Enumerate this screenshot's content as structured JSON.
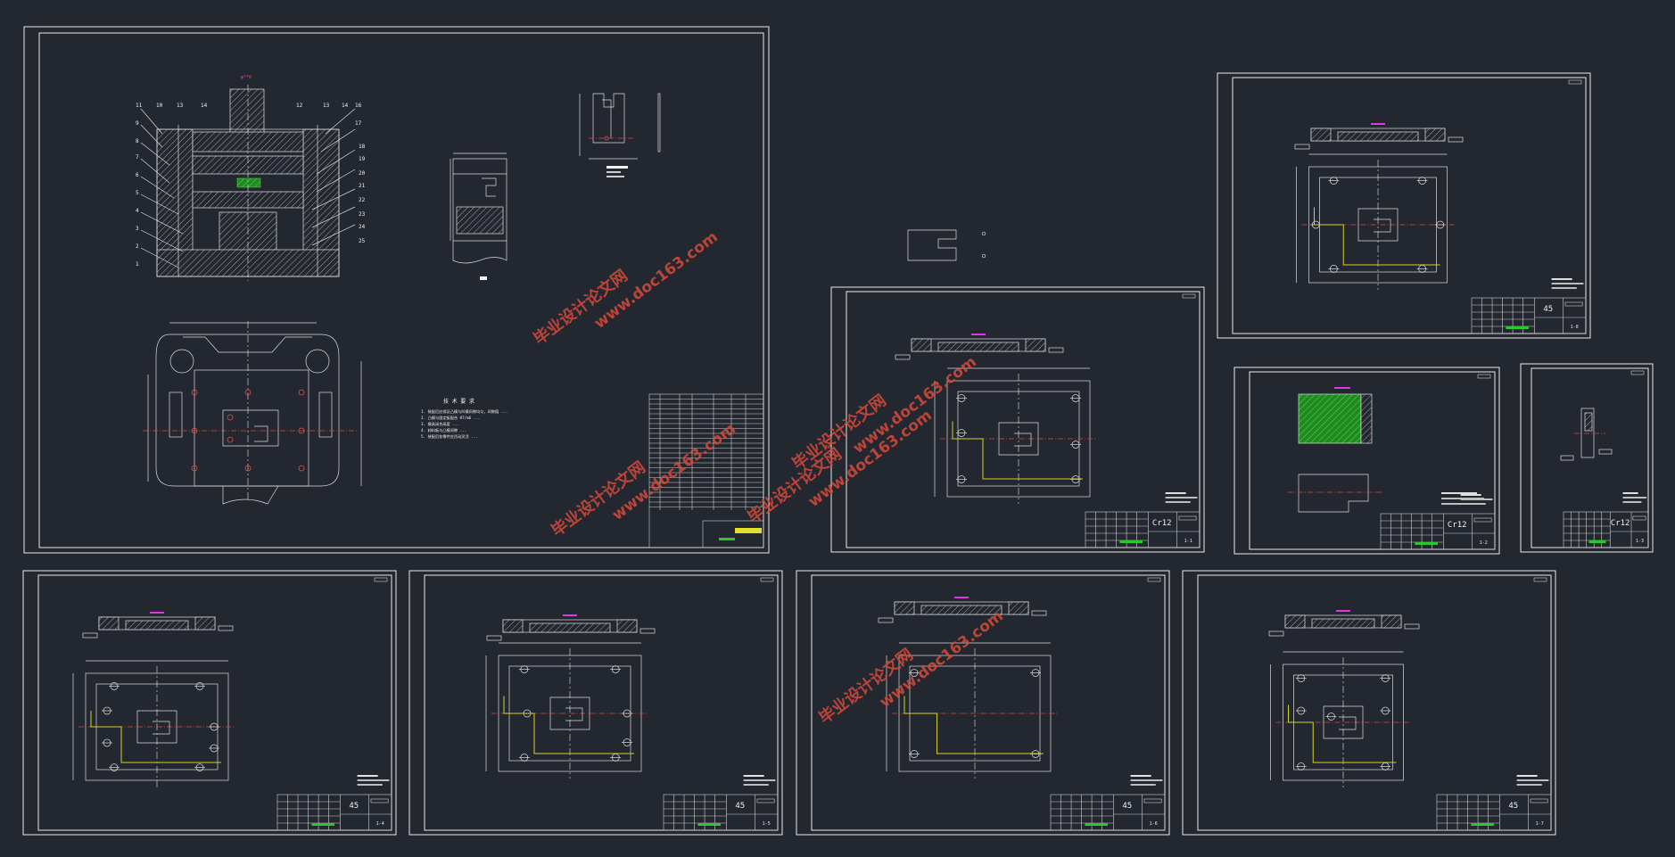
{
  "sheets": [
    {
      "id": "assembly",
      "material": "",
      "code": ""
    },
    {
      "id": "1-1",
      "material": "Cr12",
      "code": "1-1"
    },
    {
      "id": "1-2",
      "material": "Cr12",
      "code": "1-2"
    },
    {
      "id": "1-3",
      "material": "Cr12",
      "code": "1-3"
    },
    {
      "id": "1-4",
      "material": "45",
      "code": "1-4"
    },
    {
      "id": "1-5",
      "material": "45",
      "code": "1-5"
    },
    {
      "id": "1-6",
      "material": "45",
      "code": "1-6"
    },
    {
      "id": "1-7",
      "material": "45",
      "code": "1-7"
    },
    {
      "id": "1-8",
      "material": "45",
      "code": "1-8"
    }
  ],
  "watermarks": [
    {
      "cn": "毕业设计论文网",
      "url": "www.doc163.com"
    },
    {
      "cn": "毕业设计论文网",
      "url": "www.doc163.com"
    },
    {
      "cn": "毕业设计论文网",
      "url": "www.doc163.com"
    },
    {
      "cn": "毕业设计论文网",
      "url": "www.doc163.com"
    },
    {
      "cn": "毕业设计论文网",
      "url": "www.doc163.com"
    }
  ],
  "assembly": {
    "part_numbers_left": [
      "11",
      "10",
      "13",
      "14",
      "9",
      "8",
      "7",
      "6",
      "5",
      "4",
      "3",
      "2",
      "1"
    ],
    "part_numbers_right": [
      "12",
      "13",
      "14",
      "16",
      "17",
      "18",
      "19",
      "20",
      "21",
      "22",
      "23",
      "24",
      "25"
    ],
    "tech_requirements_title": "技 术 要 求",
    "tech_requirements": [
      "1. 装配后应保证凸模与凹模间隙均匀，间隙值 ...",
      "2. 凸模与固定板配合 H7/m6 ...",
      "3. 模具闭合高度 ...",
      "4. 卸料板与凸模间隙 ...",
      "5. 装配后各零件应活动灵活 ..."
    ]
  }
}
